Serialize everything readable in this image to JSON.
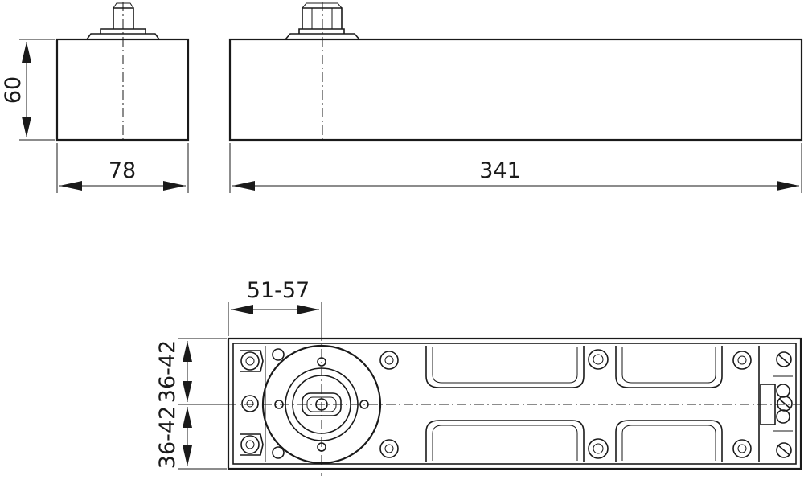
{
  "dimensions": {
    "height": "60",
    "side_width": "78",
    "length": "341",
    "spindle_offset": "51-57",
    "upper_offset": "36-42",
    "lower_offset": "36-42"
  },
  "colors": {
    "line": "#1a1a1a",
    "background": "#ffffff"
  }
}
